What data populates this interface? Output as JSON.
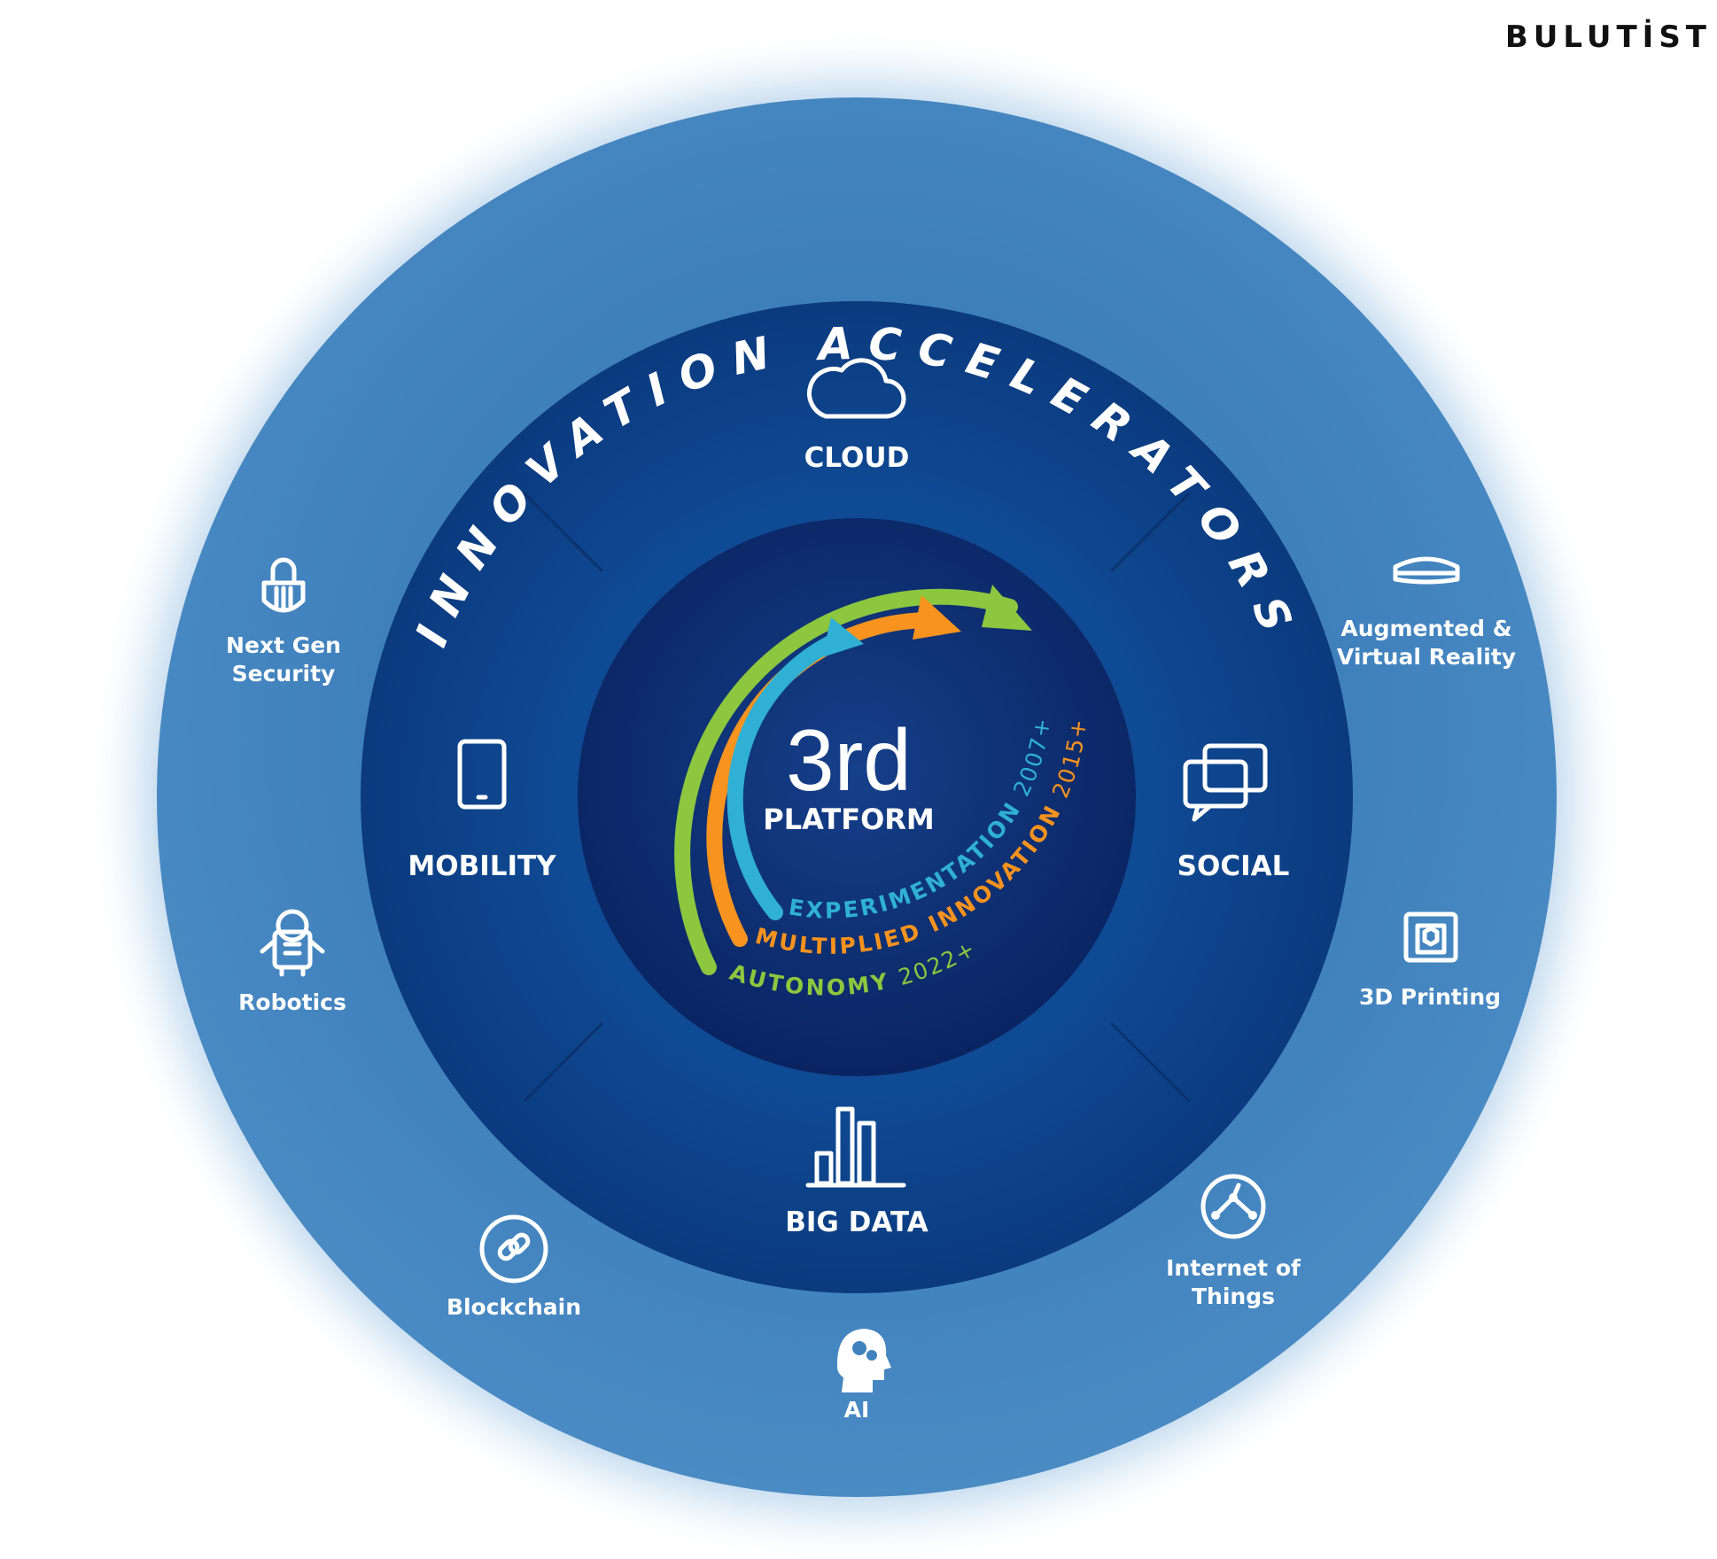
{
  "brand": {
    "name": "BULUTİST"
  },
  "ring_title": "INNOVATION ACCELERATORS",
  "center": {
    "big": "3rd",
    "small": "PLATFORM"
  },
  "eras": [
    {
      "label": "EXPERIMENTATION",
      "year": "2007+",
      "color": "#2fb0d4"
    },
    {
      "label": "MULTIPLIED INNOVATION",
      "year": "2015+",
      "color": "#f7931e"
    },
    {
      "label": "AUTONOMY",
      "year": "2022+",
      "color": "#8dc63f"
    }
  ],
  "core": [
    {
      "label": "CLOUD",
      "icon": "cloud-icon"
    },
    {
      "label": "SOCIAL",
      "icon": "chat-bubbles-icon"
    },
    {
      "label": "BIG DATA",
      "icon": "bar-chart-icon"
    },
    {
      "label": "MOBILITY",
      "icon": "tablet-icon"
    }
  ],
  "accelerators": [
    {
      "line1": "Augmented &",
      "line2": "Virtual Reality",
      "icon": "vr-headset-icon"
    },
    {
      "line1": "3D Printing",
      "line2": "",
      "icon": "3d-printer-icon"
    },
    {
      "line1": "Internet of",
      "line2": "Things",
      "icon": "network-globe-icon"
    },
    {
      "line1": "AI",
      "line2": "",
      "icon": "brain-head-icon"
    },
    {
      "line1": "Blockchain",
      "line2": "",
      "icon": "chain-link-icon"
    },
    {
      "line1": "Robotics",
      "line2": "",
      "icon": "robot-icon"
    },
    {
      "line1": "Next Gen",
      "line2": "Security",
      "icon": "padlock-icon"
    }
  ],
  "colors": {
    "outer_ring": "#3f82bd",
    "core_ring": "#0d3f86",
    "center": "#0b2a68",
    "experimentation": "#2fb0d4",
    "multiplied": "#f7931e",
    "autonomy": "#8dc63f"
  }
}
